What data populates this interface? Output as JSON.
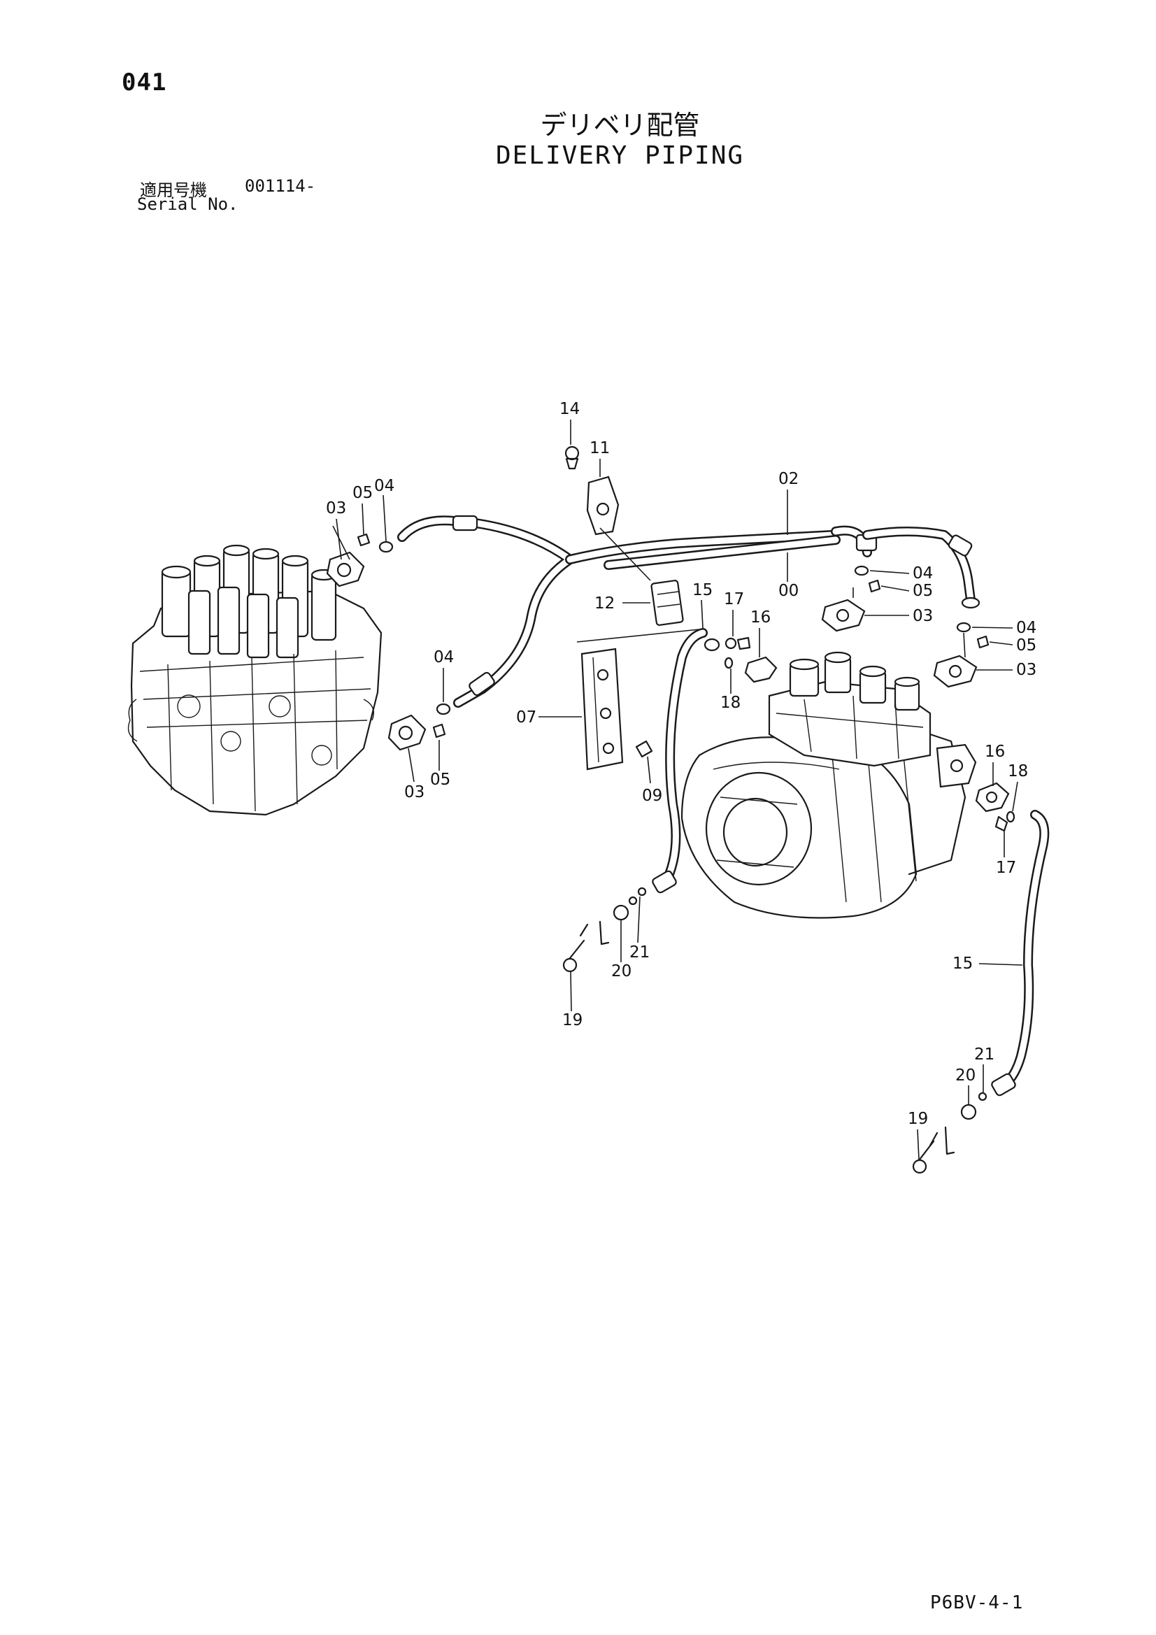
{
  "header": {
    "page_number": "041",
    "title_jp": "デリベリ配管",
    "title_en": "DELIVERY PIPING",
    "serial_label_jp": "適用号機",
    "serial_value": "001114-",
    "serial_label_en": "Serial No."
  },
  "footer": {
    "page_code": "P6BV-4-1"
  },
  "callouts": [
    {
      "id": "c14a",
      "text": "14"
    },
    {
      "id": "c11",
      "text": "11"
    },
    {
      "id": "c02",
      "text": "02"
    },
    {
      "id": "c00",
      "text": "00"
    },
    {
      "id": "c03a",
      "text": "03"
    },
    {
      "id": "c05a",
      "text": "05"
    },
    {
      "id": "c04a",
      "text": "04"
    },
    {
      "id": "c12",
      "text": "12"
    },
    {
      "id": "c15a",
      "text": "15"
    },
    {
      "id": "c17a",
      "text": "17"
    },
    {
      "id": "c16a",
      "text": "16"
    },
    {
      "id": "c04b",
      "text": "04"
    },
    {
      "id": "c05b",
      "text": "05"
    },
    {
      "id": "c03b",
      "text": "03"
    },
    {
      "id": "c04c",
      "text": "04"
    },
    {
      "id": "c05c",
      "text": "05"
    },
    {
      "id": "c03c",
      "text": "03"
    },
    {
      "id": "c04d",
      "text": "04"
    },
    {
      "id": "c07",
      "text": "07"
    },
    {
      "id": "c18a",
      "text": "18"
    },
    {
      "id": "c09",
      "text": "09"
    },
    {
      "id": "c03d",
      "text": "03"
    },
    {
      "id": "c05d",
      "text": "05"
    },
    {
      "id": "c16b",
      "text": "16"
    },
    {
      "id": "c18b",
      "text": "18"
    },
    {
      "id": "c17b",
      "text": "17"
    },
    {
      "id": "c21a",
      "text": "21"
    },
    {
      "id": "c20a",
      "text": "20"
    },
    {
      "id": "c19a",
      "text": "19"
    },
    {
      "id": "c15b",
      "text": "15"
    },
    {
      "id": "c21b",
      "text": "21"
    },
    {
      "id": "c20b",
      "text": "20"
    },
    {
      "id": "c19b",
      "text": "19"
    }
  ]
}
